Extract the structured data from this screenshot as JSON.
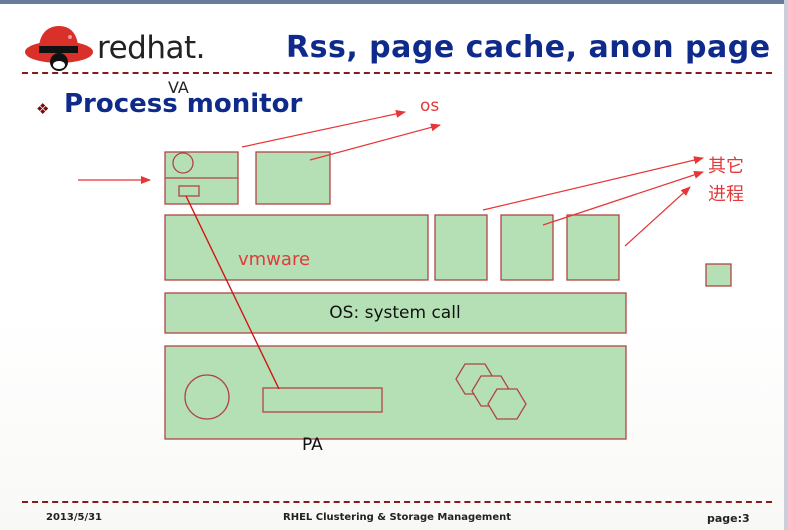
{
  "header": {
    "logo_text": "redhat.",
    "title": "Rss, page cache, anon page"
  },
  "section": {
    "bullet_icon": "diamond-bullet-icon",
    "heading": "Process monitor"
  },
  "diagram": {
    "va_label": "VA",
    "os_label": "os",
    "other_process_label_line1": "其它",
    "other_process_label_line2": "进程",
    "vmware_label": "vmware",
    "syscall_label": "OS: system call",
    "pa_label": "PA"
  },
  "footer": {
    "date": "2013/5/31",
    "course": "RHEL Clustering & Storage Management",
    "page_label": "page:",
    "page_number": "3"
  },
  "colors": {
    "box_fill": "#b5e0b5",
    "box_stroke": "#b04545",
    "arrow": "#e83535",
    "title_blue": "#0e2a8a",
    "divider": "#8a1a1a"
  }
}
